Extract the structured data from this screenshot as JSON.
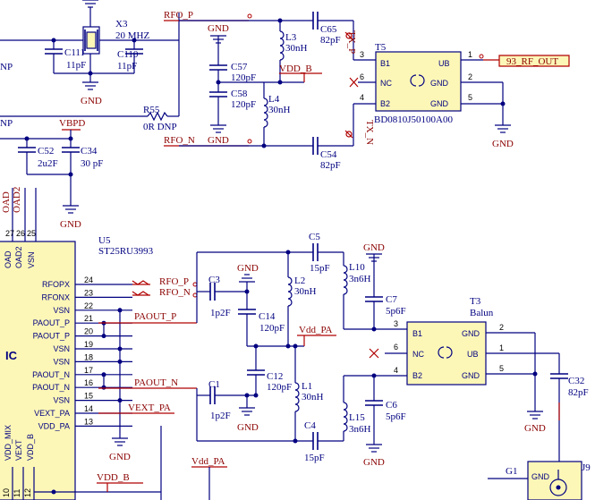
{
  "crystal": {
    "ref": "X3",
    "value": "20 MHZ"
  },
  "caps": {
    "c111": {
      "ref": "C111",
      "value": "11pF"
    },
    "c110": {
      "ref": "C110",
      "value": "11pF"
    },
    "c57": {
      "ref": "C57",
      "value": "120pF"
    },
    "c58": {
      "ref": "C58",
      "value": "120pF"
    },
    "c65": {
      "ref": "C65",
      "value": "82pF"
    },
    "c54": {
      "ref": "C54",
      "value": "82pF"
    },
    "c52": {
      "ref": "C52",
      "value": "2u2F"
    },
    "c34": {
      "ref": "C34",
      "value": "30 pF"
    },
    "c5": {
      "ref": "C5",
      "value": "15pF"
    },
    "c3": {
      "ref": "C3",
      "value": "1p2F"
    },
    "c14": {
      "ref": "C14",
      "value": "120pF"
    },
    "c12": {
      "ref": "C12",
      "value": "120pF"
    },
    "c1": {
      "ref": "C1",
      "value": "1p2F"
    },
    "c4": {
      "ref": "C4",
      "value": "15pF"
    },
    "c7": {
      "ref": "C7",
      "value": "5p6F"
    },
    "c6": {
      "ref": "C6",
      "value": "5p6F"
    },
    "c32": {
      "ref": "C32",
      "value": "82pF"
    }
  },
  "inductors": {
    "l3": {
      "ref": "L3",
      "value": "30nH"
    },
    "l4": {
      "ref": "L4",
      "value": "30nH"
    },
    "l2": {
      "ref": "L2",
      "value": "30nH"
    },
    "l1": {
      "ref": "L1",
      "value": "30nH"
    },
    "l10": {
      "ref": "L10",
      "value": "3n6H"
    },
    "l15": {
      "ref": "L15",
      "value": "3n6H"
    }
  },
  "r55": {
    "ref": "R55",
    "value": "0R DNP"
  },
  "dnp_left": "NP",
  "dnp_left2": "NP",
  "t5": {
    "ref": "T5",
    "part": "BD0810J50100A00",
    "pins": {
      "b1": "B1",
      "nc": "NC",
      "b2": "B2",
      "ub": "UB",
      "gnd1": "GND",
      "gnd2": "GND"
    },
    "nums": {
      "p3": "3",
      "p6": "6",
      "p4": "4",
      "p1": "1",
      "p2": "2",
      "p5": "5"
    }
  },
  "t3": {
    "ref": "T3",
    "part": "Balun",
    "pins": {
      "b1": "B1",
      "nc": "NC",
      "b2": "B2",
      "gnd1": "GND",
      "ub": "UB",
      "gnd2": "GND"
    },
    "nums": {
      "p3": "3",
      "p6": "6",
      "p4": "4",
      "p2": "2",
      "p1": "1",
      "p5": "5"
    }
  },
  "u5": {
    "ref": "U5",
    "part": "ST25RU3993",
    "ic": "IC",
    "top_pins": [
      {
        "num": "27",
        "name": "OAD"
      },
      {
        "num": "26",
        "name": "OAD2"
      },
      {
        "num": "25",
        "name": "VSN"
      }
    ],
    "bottom_pins": [
      {
        "num": "10",
        "name": "VDD_MIX"
      },
      {
        "num": "11",
        "name": "VEXT"
      },
      {
        "num": "12",
        "name": "VDD_B"
      }
    ],
    "right_pins": [
      {
        "num": "24",
        "name": "RFOPX"
      },
      {
        "num": "23",
        "name": "RFONX"
      },
      {
        "num": "22",
        "name": "VSN"
      },
      {
        "num": "21",
        "name": "PAOUT_P"
      },
      {
        "num": "20",
        "name": "PAOUT_P"
      },
      {
        "num": "19",
        "name": "VSN"
      },
      {
        "num": "18",
        "name": "VSN"
      },
      {
        "num": "17",
        "name": "PAOUT_N"
      },
      {
        "num": "16",
        "name": "PAOUT_N"
      },
      {
        "num": "15",
        "name": "VSN"
      },
      {
        "num": "14",
        "name": "VEXT_PA"
      },
      {
        "num": "13",
        "name": "VDD_PA"
      }
    ]
  },
  "nets": {
    "rfo_p": "RFO_P",
    "rfo_n": "RFO_N",
    "txp": "TX_P",
    "txn": "TX_N",
    "vdd_b": "VDD_B",
    "vdd_b2": "VDD_B",
    "vbpd": "VBPD",
    "rf_out": "93_RF_OUT",
    "rfo_p2": "RFO_P",
    "rfo_n2": "RFO_N",
    "paout_p": "PAOUT_P",
    "paout_n": "PAOUT_N",
    "vext_pa": "VEXT_PA",
    "vdd_pa": "Vdd_PA",
    "vdd_pa2": "Vdd_PA"
  },
  "gnd": "GND",
  "j9": {
    "ref": "J9",
    "gnd": "GND",
    "g1": "G1"
  }
}
